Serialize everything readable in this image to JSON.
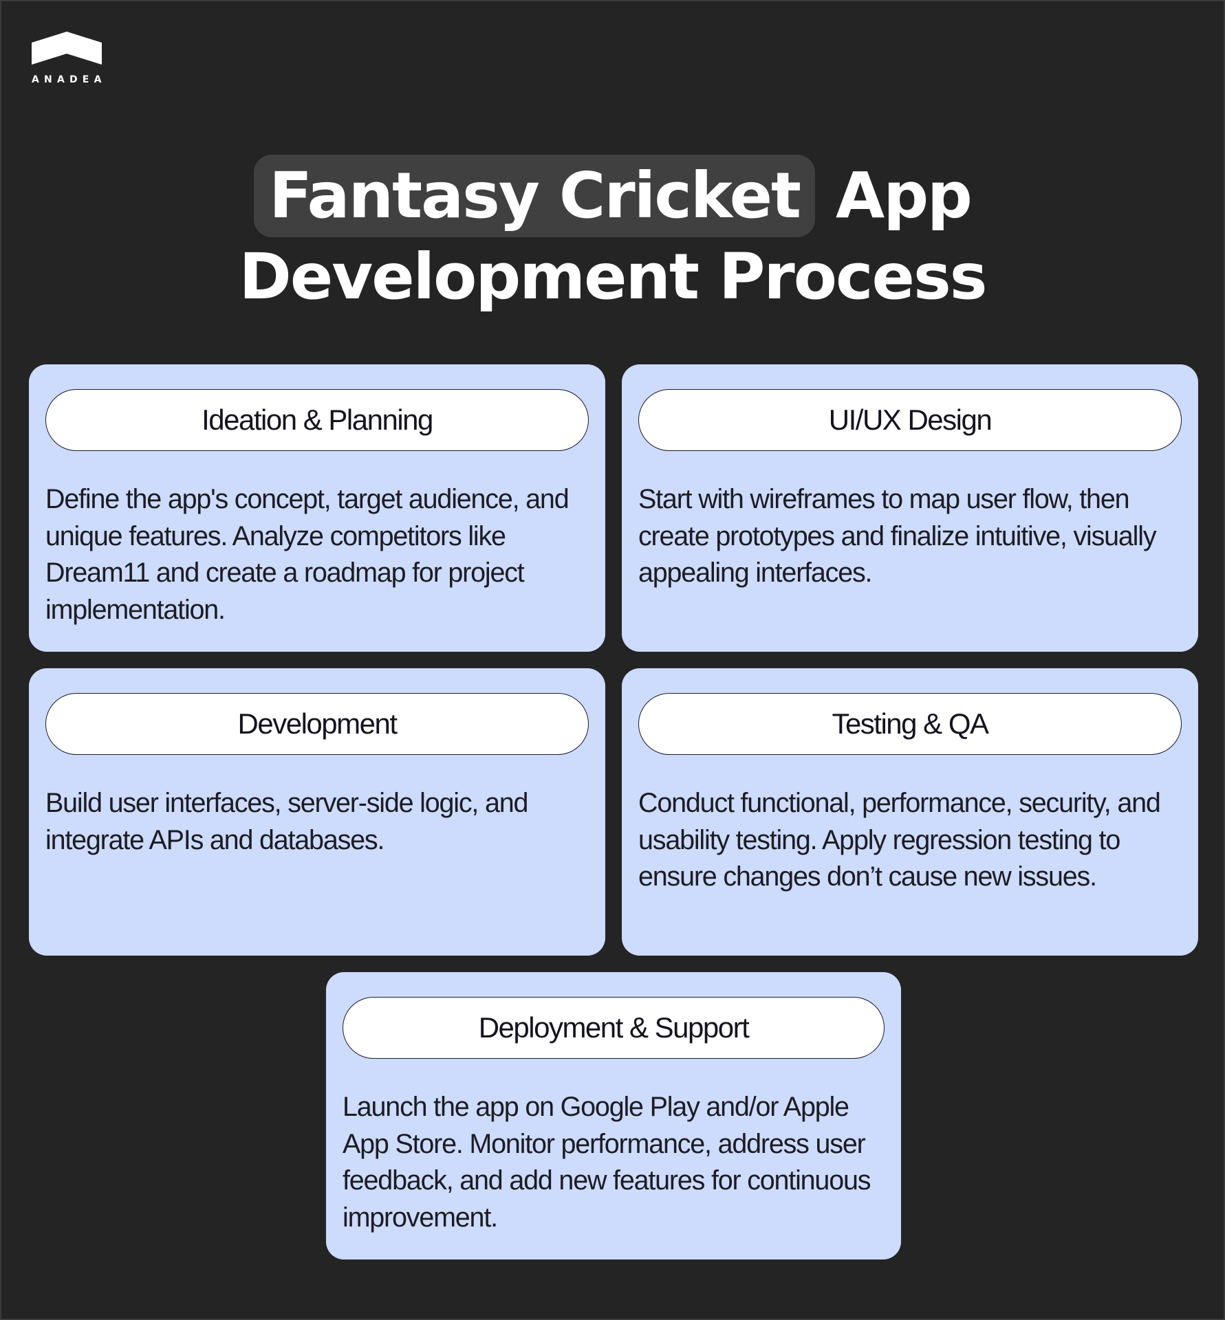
{
  "brand": {
    "logo_icon": "anadea-chevron-icon",
    "name": "ANADEA"
  },
  "title": {
    "highlight": "Fantasy Cricket",
    "line1_rest": "App",
    "line2": "Development Process"
  },
  "colors": {
    "background": "#242424",
    "title_highlight": "#404040",
    "card": "#cddbfd",
    "pill": "#ffffff",
    "text_dark": "#1c1c22"
  },
  "steps": [
    {
      "title": "Ideation & Planning",
      "description": "Define the app's concept, target audience, and unique features. Analyze competitors like Dream11 and create a roadmap for project implementation."
    },
    {
      "title": "UI/UX Design",
      "description": "Start with wireframes to map user flow, then create prototypes and finalize intuitive, visually appealing interfaces."
    },
    {
      "title": "Development",
      "description": "Build user interfaces, server-side logic, and integrate APIs and databases."
    },
    {
      "title": "Testing & QA",
      "description": "Conduct functional, performance, security, and usability testing. Apply regression testing to ensure changes don’t cause new issues."
    },
    {
      "title": "Deployment & Support",
      "description": "Launch the app on Google Play and/or Apple App Store. Monitor performance, address user feedback, and add new features for continuous improvement."
    }
  ]
}
